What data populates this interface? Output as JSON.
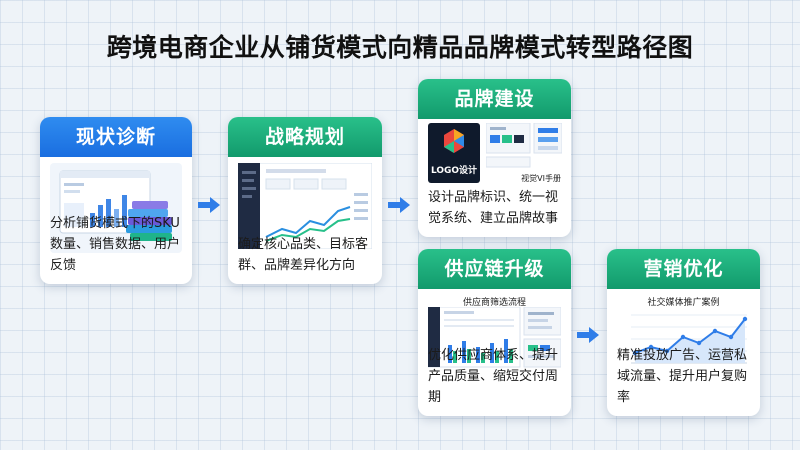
{
  "title": "跨境电商企业从铺货模式向精品品牌模式转型路径图",
  "colors": {
    "blue": "#1a6ee0",
    "green": "#129a6c",
    "arrow": "#2f7de8"
  },
  "cards": {
    "diagnosis": {
      "title": "现状诊断",
      "desc": "分析铺货模式下的SKU数量、销售数据、用户反馈",
      "image": "dashboard-with-stacked-books"
    },
    "strategy": {
      "title": "战略规划",
      "desc": "确定核心品类、目标客群、品牌差异化方向",
      "image": "analytics-dashboard"
    },
    "brand": {
      "title": "品牌建设",
      "desc": "设计品牌标识、统一视觉系统、建立品牌故事",
      "logo_text": "LOGO设计",
      "vi_label": "视觉VI手册"
    },
    "supply": {
      "title": "供应链升级",
      "desc": "优化供应商体系、提升产品质量、缩短交付周期",
      "chart_title": "供应商筛选流程"
    },
    "marketing": {
      "title": "营销优化",
      "desc": "精准投放广告、运营私域流量、提升用户复购率",
      "chart_title": "社交媒体推广案例"
    }
  }
}
